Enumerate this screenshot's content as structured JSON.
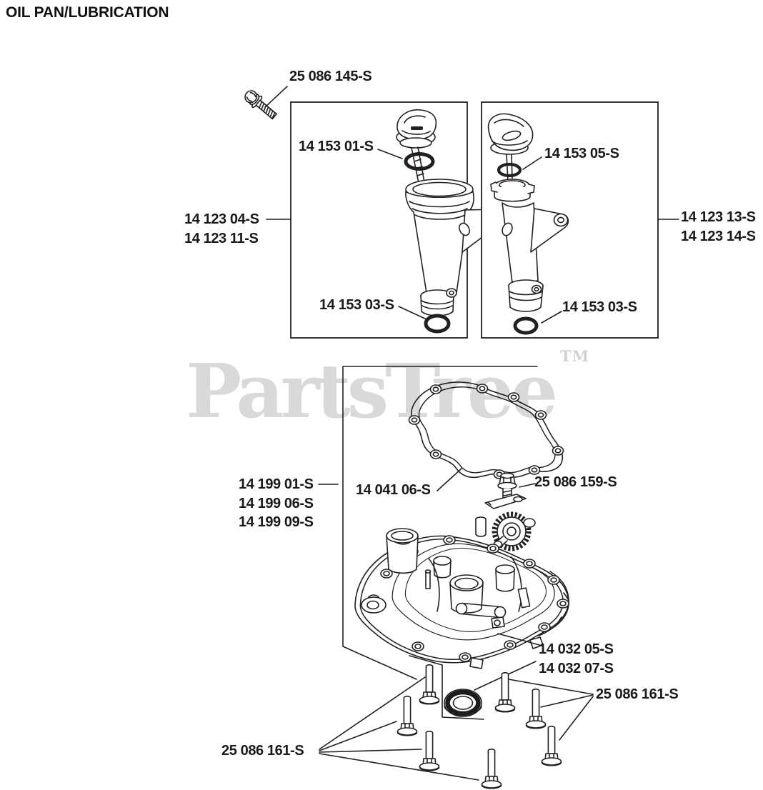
{
  "page": {
    "title": "OIL PAN/LUBRICATION"
  },
  "watermark": {
    "brand": "PartsTree",
    "trademark": "TM"
  },
  "colors": {
    "line": "#231f20",
    "text": "#1a1a1a",
    "watermark": "#d9d9d9",
    "background": "#ffffff"
  },
  "parts": {
    "screw_top": "25 086 145-S",
    "oring_left_top": "14 153 01-S",
    "oring_left_bottom": "14 153 03-S",
    "dipstick_left_a": "14 123 04-S",
    "dipstick_left_b": "14 123 11-S",
    "oring_right_top": "14 153 05-S",
    "oring_right_bottom": "14 153 03-S",
    "dipstick_right_a": "14 123 13-S",
    "dipstick_right_b": "14 123 14-S",
    "pan_a": "14 199 01-S",
    "pan_b": "14 199 06-S",
    "pan_c": "14 199 09-S",
    "gasket": "14 041 06-S",
    "pump_bolt": "25 086 159-S",
    "seal_a": "14 032 05-S",
    "seal_b": "14 032 07-S",
    "bolts_left": "25 086 161-S",
    "bolts_right": "25 086 161-S"
  }
}
